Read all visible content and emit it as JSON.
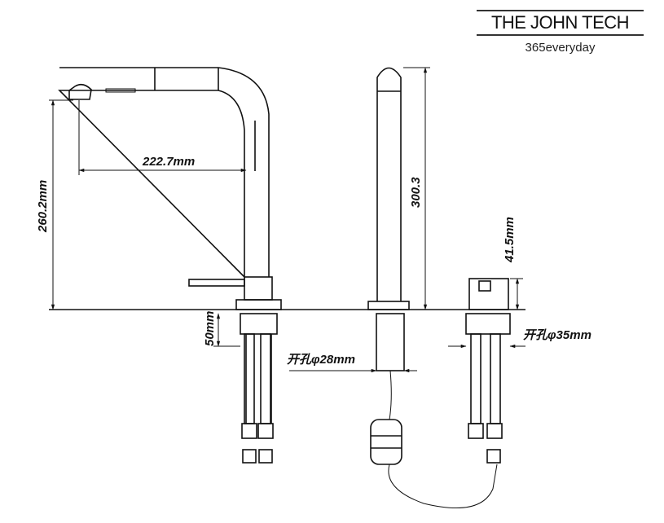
{
  "brand": {
    "name": "THE JOHN TECH",
    "tagline": "365everyday"
  },
  "dimensions": {
    "spout_reach": "222.7mm",
    "spout_height": "260.2mm",
    "body_height": "300.3",
    "handle_height": "41.5mm",
    "shank_length": "50mm",
    "hole_28": "开孔φ28mm",
    "hole_35": "开孔φ35mm"
  }
}
